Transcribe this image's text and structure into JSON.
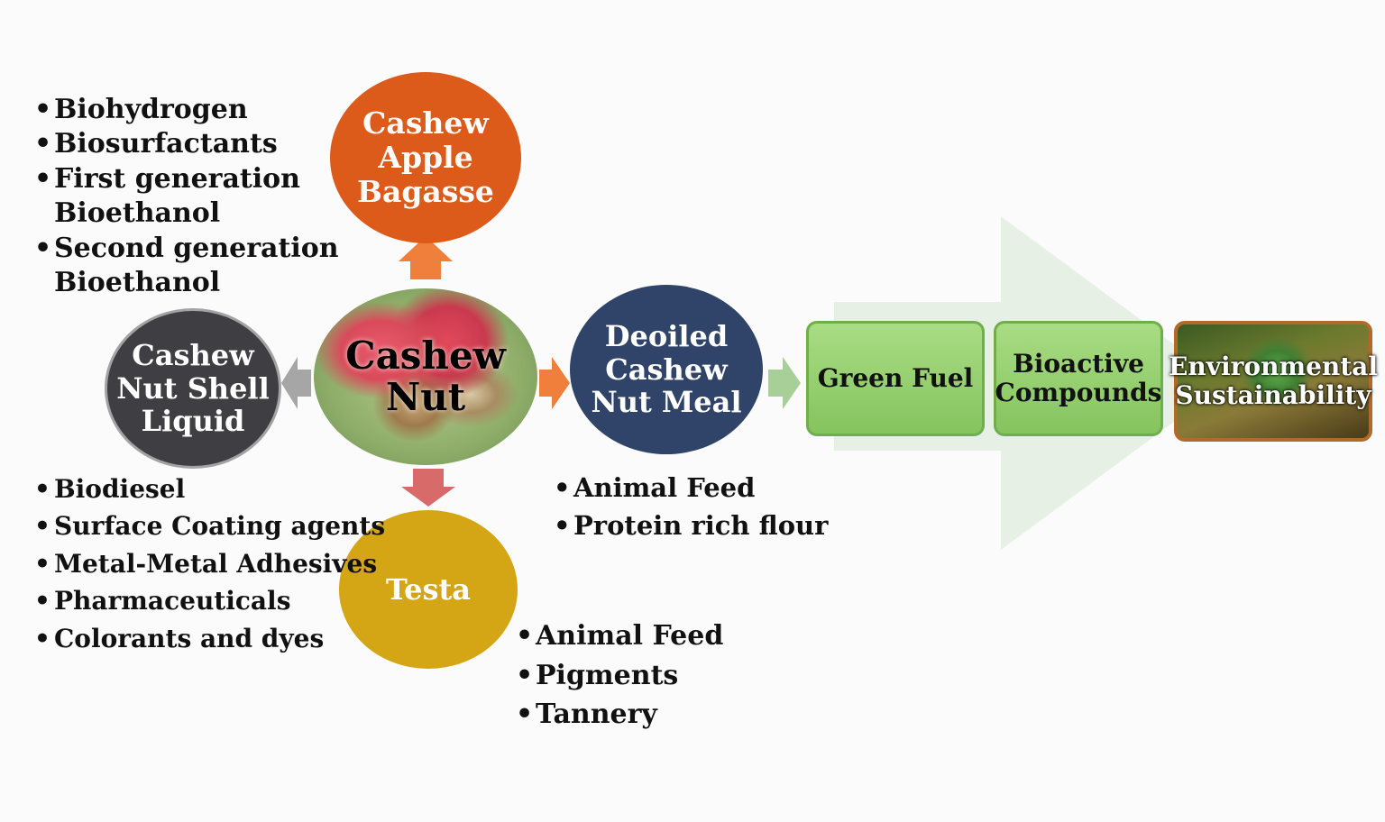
{
  "center": {
    "line1": "Cashew",
    "line2": "Nut"
  },
  "apple_bagasse": {
    "line1": "Cashew",
    "line2": "Apple",
    "line3": "Bagasse",
    "uses": [
      "Biohydrogen",
      "Biosurfactants",
      "First generation",
      "Bioethanol",
      "Second generation",
      "Bioethanol"
    ]
  },
  "cnsl": {
    "line1": "Cashew",
    "line2": "Nut Shell",
    "line3": "Liquid",
    "uses": [
      "Biodiesel",
      "Surface Coating agents",
      "Metal-Metal Adhesives",
      "Pharmaceuticals",
      "Colorants and dyes"
    ]
  },
  "deoiled_meal": {
    "line1": "Deoiled",
    "line2": "Cashew",
    "line3": "Nut Meal",
    "uses": [
      "Animal Feed",
      "Protein rich flour"
    ]
  },
  "testa": {
    "label": "Testa",
    "uses": [
      "Animal Feed",
      "Pigments",
      "Tannery"
    ]
  },
  "outcomes": {
    "green_fuel": "Green Fuel",
    "bioactive_1": "Bioactive",
    "bioactive_2": "Compounds",
    "env_1": "Environmental",
    "env_2": "Sustainability"
  },
  "colors": {
    "apple": "#dc5a1a",
    "cnsl": "#3f3f43",
    "meal": "#2f4468",
    "testa": "#d4a514",
    "green": "#8fcd68",
    "big_arrow": "#e6f0e4"
  }
}
